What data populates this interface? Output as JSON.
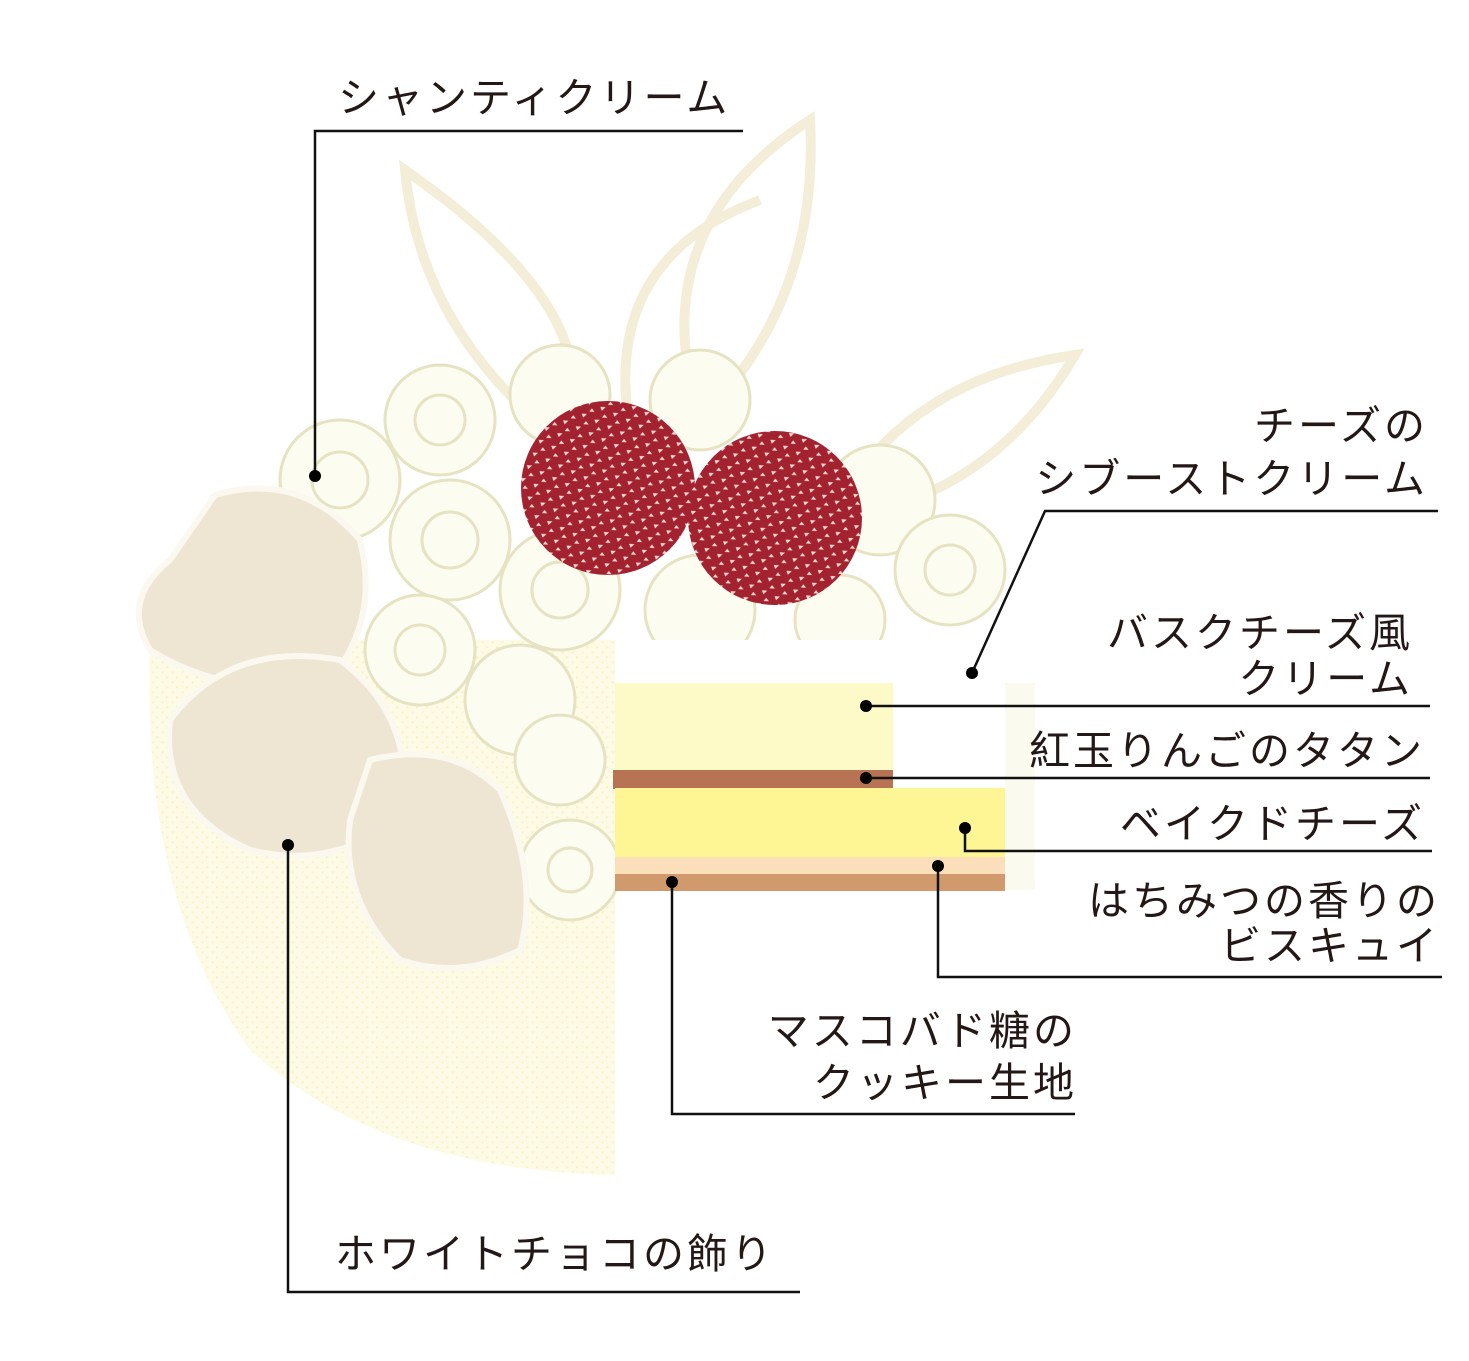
{
  "title": "ケーキ断面図",
  "colors": {
    "basque_cream": "#fefac8",
    "tatin": "#b87355",
    "baked_cheese": "#fef594",
    "biscuit": "#fbdfbb",
    "cookie": "#d09a6c",
    "raspberry": "#a3222f",
    "white_choco": "#efe5d3",
    "chantilly": "#fdfcf0"
  },
  "labels": {
    "chantilly": "シャンティクリーム",
    "chiboust_1": "チーズの",
    "chiboust_2": "シブーストクリーム",
    "basque_1": "バスクチーズ風",
    "basque_2": "クリーム",
    "tatin": "紅玉りんごのタタン",
    "baked_cheese": "ベイクドチーズ",
    "biscuit_1": "はちみつの香りの",
    "biscuit_2": "ビスキュイ",
    "cookie_1": "マスコバド糖の",
    "cookie_2": "クッキー生地",
    "white_choco": "ホワイトチョコの飾り"
  }
}
